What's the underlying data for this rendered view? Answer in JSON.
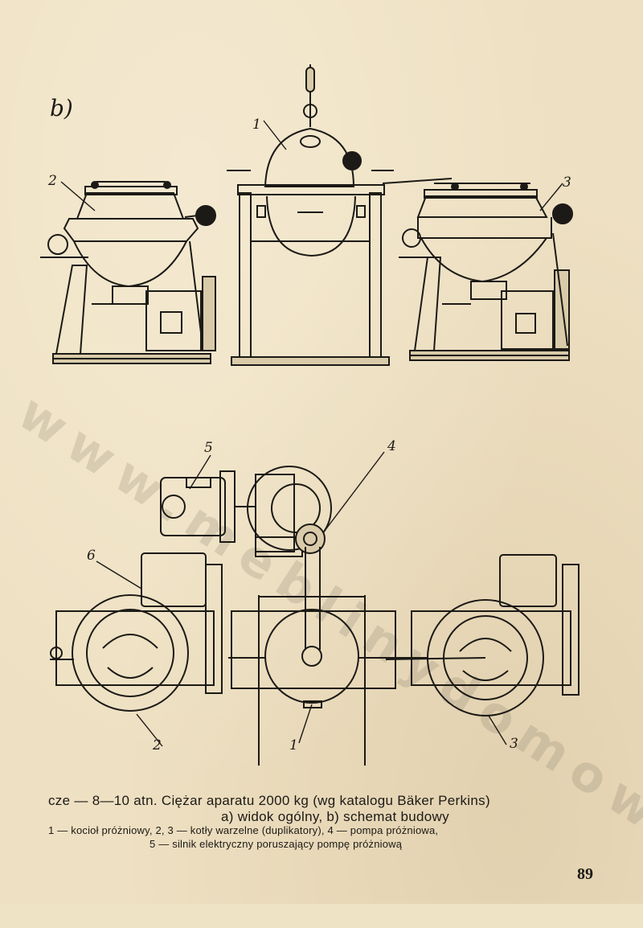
{
  "figure": {
    "part_label": "b)",
    "callouts_top": [
      "1",
      "2",
      "3"
    ],
    "callouts_bottom": [
      "5",
      "4",
      "6",
      "2",
      "1",
      "3"
    ]
  },
  "caption": {
    "line1": "cze — 8—10 atn. Ciężar aparatu 2000 kg (wg katalogu Bäker Perkins)",
    "line2": "a) widok ogólny, b) schemat budowy",
    "legend1": "1 — kocioł próżniowy, 2, 3 — kotły warzelne (duplikatory), 4 — pompa próżniowa,",
    "legend2": "5 — silnik elektryczny poruszający pompę próżniową"
  },
  "page_number": "89",
  "watermark": "www.meblinydomowe.pl"
}
